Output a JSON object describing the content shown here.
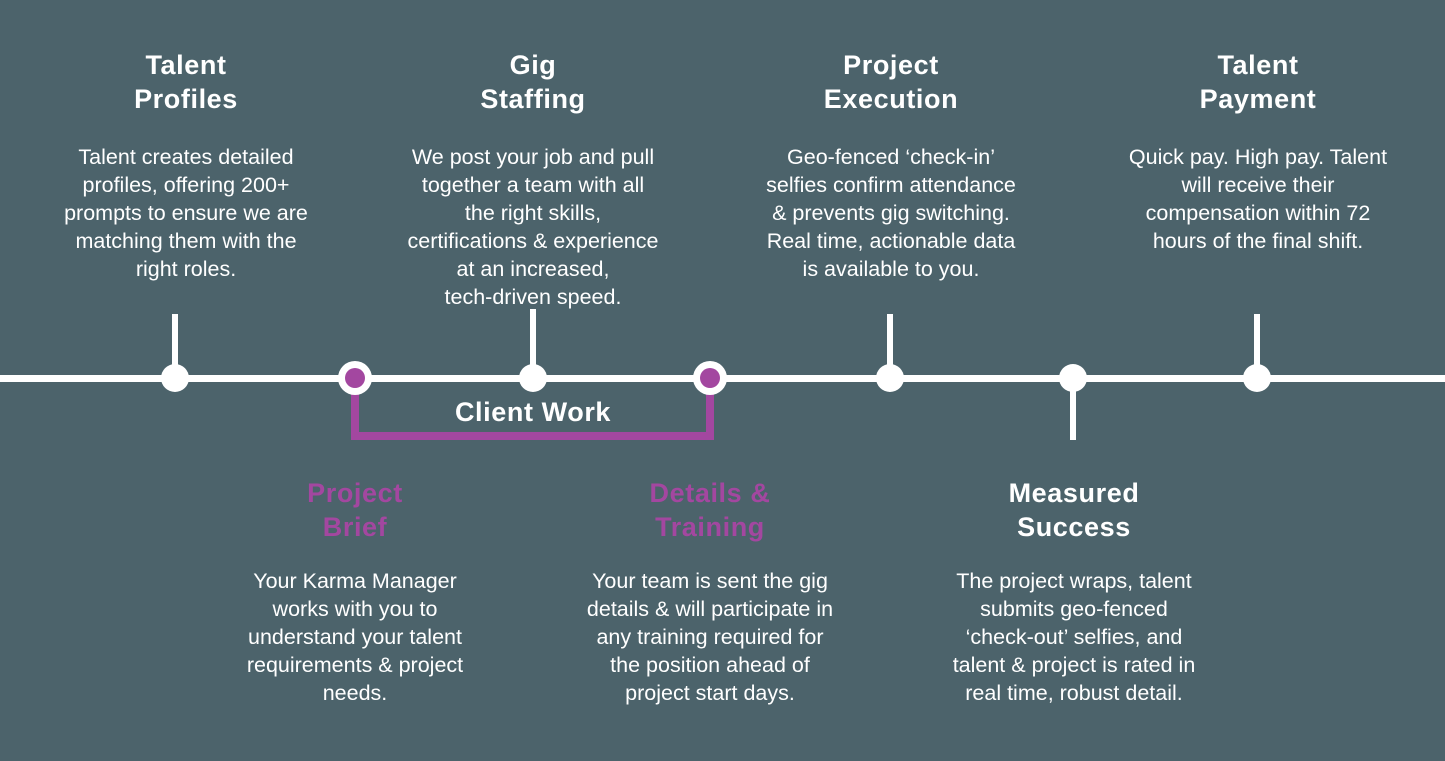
{
  "colors": {
    "background": "#4C636B",
    "foreground": "#FFFFFF",
    "accent_purple": "#A347A0"
  },
  "timeline": {
    "client_work_label": "Client Work",
    "top_sections": [
      {
        "title": "Talent\nProfiles",
        "body": "Talent creates detailed\nprofiles, offering 200+\nprompts to ensure we are\nmatching them with the\nright roles."
      },
      {
        "title": "Gig\nStaffing",
        "body": "We post your job and pull\ntogether a team with all\nthe right skills,\ncertifications & experience\nat an increased,\ntech-driven speed."
      },
      {
        "title": "Project\nExecution",
        "body": "Geo-fenced ‘check-in’\nselfies confirm attendance\n& prevents gig switching.\nReal time, actionable data\nis available to you."
      },
      {
        "title": "Talent\nPayment",
        "body": "Quick pay. High pay. Talent\nwill receive their\ncompensation within 72\nhours of the final shift."
      }
    ],
    "bottom_sections": [
      {
        "title": "Project\nBrief",
        "body": "Your Karma Manager\nworks with you to\nunderstand your talent\nrequirements & project\nneeds."
      },
      {
        "title": "Details &\nTraining",
        "body": "Your team is sent the gig\ndetails & will participate in\nany training required for\nthe position ahead of\nproject start days."
      },
      {
        "title": "Measured\nSuccess",
        "body": "The project wraps, talent\nsubmits geo-fenced\n‘check-out’ selfies, and\ntalent & project is rated in\nreal time, robust detail."
      }
    ]
  }
}
